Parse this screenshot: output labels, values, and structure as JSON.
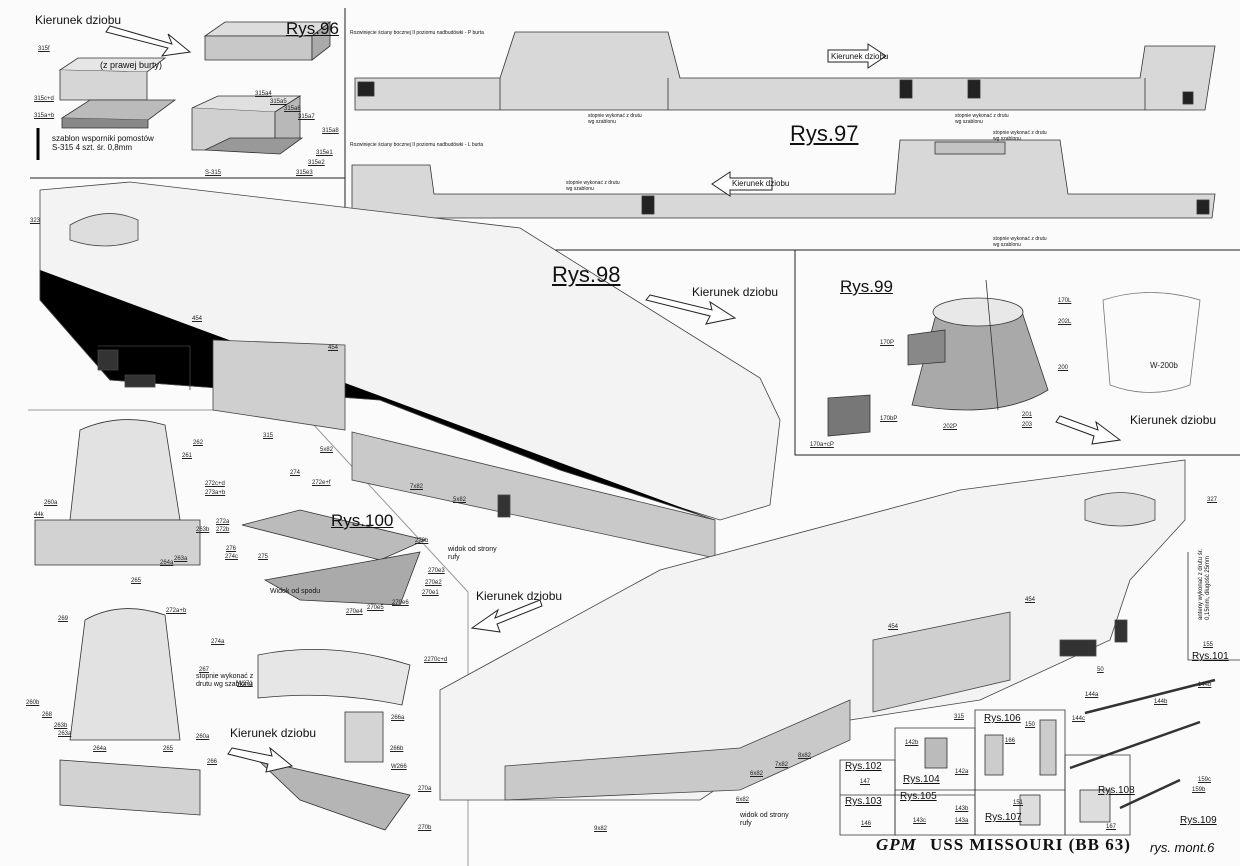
{
  "figures": {
    "rys96": "Rys.96",
    "rys97": "Rys.97",
    "rys98": "Rys.98",
    "rys99": "Rys.99",
    "rys100": "Rys.100",
    "rys101": "Rys.101",
    "rys102": "Rys.102",
    "rys103": "Rys.103",
    "rys104": "Rys.104",
    "rys105": "Rys.105",
    "rys106": "Rys.106",
    "rys107": "Rys.107",
    "rys108": "Rys.108",
    "rys109": "Rys.109"
  },
  "labels": {
    "kierunek_dziobu": "Kierunek dziobu",
    "z_prawej_burty": "(z prawej burty)",
    "szablon": "szablon wsporniki pomostów S-315 4 szt. śr. 0,8mm",
    "rozwiniecie_p": "Rozwinięcie ściany bocznej II poziomu nadbudówki - P burta",
    "rozwiniecie_l": "Rozwinięcie ściany bocznej II poziomu nadbudówki - L burta",
    "stopnie": "stopnie wykonać z drutu wg szablonu",
    "widok_od_strony_rufy": "widok od strony rufy",
    "widok_od_spodu": "Widok od spodu",
    "anteny": "anteny wykonać z drutu śr. 0,15mm, długość 25mm"
  },
  "footer": {
    "brand": "GPM",
    "title": "USS MISSOURI (BB 63)",
    "sheet": "rys. mont.6"
  },
  "parts": {
    "p315f": "315f",
    "p315cd": "315c+d",
    "p315ab": "315a+b",
    "p315a4": "315a4",
    "p315a5": "315a5",
    "p315a6": "315a6",
    "p315a7": "315a7",
    "p315a8": "315a8",
    "p315e1": "315e1",
    "p315e2": "315e2",
    "p315e3": "315e3",
    "pS315": "S-315",
    "p454a": "454",
    "p454b": "454",
    "p315": "315",
    "p5x82": "5x82",
    "p7x82": "7x82",
    "p262": "262",
    "p261": "261",
    "p260a": "260a",
    "p44k": "44k",
    "p263b": "263b",
    "p264a": "264a",
    "p263a": "263a",
    "p265": "265",
    "p274": "274",
    "p272c": "272c+d",
    "p273a": "273a+b",
    "p272e": "272e+f",
    "p272a": "272a",
    "p272b": "272b",
    "p276": "276",
    "p274c": "274c",
    "p275": "275",
    "p270b": "270b",
    "p270e3": "270e3",
    "p270e2": "270e2",
    "p270e1": "270e1",
    "p270e4": "270e4",
    "p270e5": "270e5",
    "p270e6": "270e6",
    "p272ab": "272a+b",
    "p274a": "274a",
    "pW271": "W271",
    "p2270": "2270c+d",
    "p269": "269",
    "p267": "267",
    "p260b": "260b",
    "p268": "268",
    "p266": "266",
    "p266a": "266a",
    "p266b": "266b",
    "pW266": "W266",
    "p270a": "270a",
    "p170L": "170L",
    "p202L": "202L",
    "p170P": "170P",
    "p200": "200",
    "p201": "201",
    "p203": "203",
    "p202P": "202P",
    "p170bP": "170bP",
    "p170aP": "170a+cP",
    "pW200": "W-200b",
    "p327": "327",
    "p454c": "454",
    "p50": "50",
    "p155": "155",
    "p144a": "144a",
    "p144b": "144b",
    "p144c": "144c",
    "p159c": "159c",
    "p159b": "159b",
    "p142b": "142b",
    "p142a": "142a",
    "p166": "166",
    "p150": "150",
    "p147": "147",
    "p146": "146",
    "p143b": "143b",
    "p143a": "143a",
    "p143c": "143c",
    "p151": "151",
    "p167": "167",
    "p9x82": "9x82",
    "p6x82": "6x82",
    "p8x82": "8x82",
    "p323": "323"
  }
}
